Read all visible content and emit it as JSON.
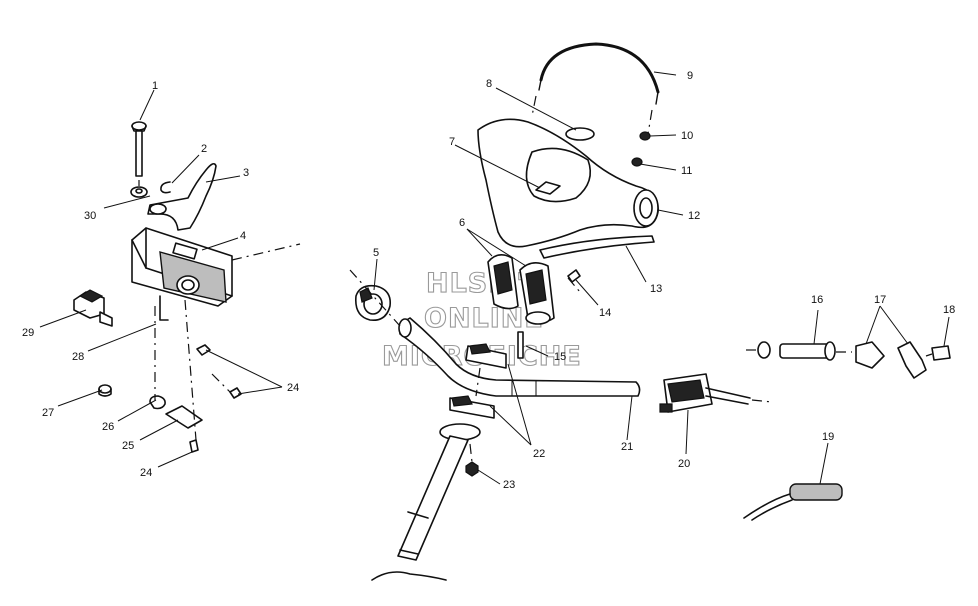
{
  "watermark": {
    "line1": "HLSM'S",
    "line2": "ONLINE",
    "line3": "MICROFICHE"
  },
  "callouts": {
    "c1": "1",
    "c2": "2",
    "c3": "3",
    "c4": "4",
    "c5": "5",
    "c6": "6",
    "c7": "7",
    "c8": "8",
    "c9": "9",
    "c10": "10",
    "c11": "11",
    "c12": "12",
    "c13": "13",
    "c14": "14",
    "c15": "15",
    "c16": "16",
    "c17": "17",
    "c18": "18",
    "c19": "19",
    "c20": "20",
    "c21": "21",
    "c22": "22",
    "c23": "23",
    "c24a": "24",
    "c24b": "24",
    "c25": "25",
    "c26": "26",
    "c27": "27",
    "c28": "28",
    "c29": "29",
    "c30": "30"
  }
}
